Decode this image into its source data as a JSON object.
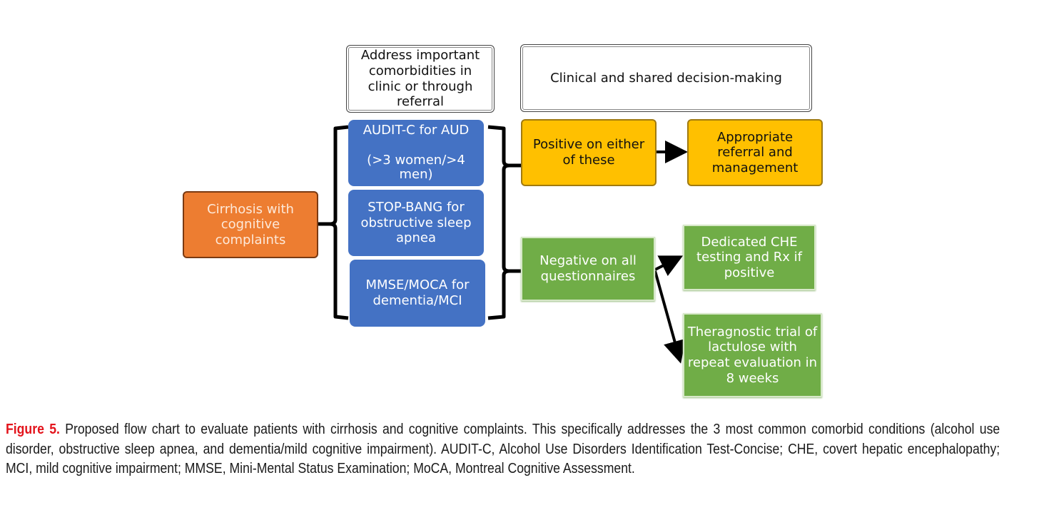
{
  "figure": {
    "nodes": {
      "start": "Cirrhosis with\ncognitive\ncomplaints",
      "header_left": "Address important\ncomorbidities in\nclinic or through\nreferral",
      "header_right": "Clinical and shared decision-making",
      "screen_aud": "AUDIT-C for AUD\n\n(>3 women/>4\nmen)",
      "screen_osa": "STOP-BANG for\nobstructive sleep\napnea",
      "screen_dementia": "MMSE/MOCA for\ndementia/MCI",
      "positive": "Positive on either\nof these",
      "referral": "Appropriate\nreferral and\nmanagement",
      "negative": "Negative on all\nquestionnaires",
      "che_testing": "Dedicated CHE\ntesting and Rx if\npositive",
      "lactulose_trial": "Theragnostic trial of\nlactulose with\nrepeat evaluation in\n8 weeks"
    },
    "edges": [
      {
        "from": "start",
        "to": "screening-group",
        "style": "brace"
      },
      {
        "from": "screening-group",
        "to": "positive",
        "style": "brace"
      },
      {
        "from": "screening-group",
        "to": "negative",
        "style": "brace"
      },
      {
        "from": "positive",
        "to": "referral",
        "style": "arrow"
      },
      {
        "from": "negative",
        "to": "che_testing",
        "style": "arrow"
      },
      {
        "from": "negative",
        "to": "lactulose_trial",
        "style": "arrow"
      }
    ],
    "colors": {
      "start": "#ED7D31",
      "screening": "#4472C4",
      "positive": "#FFC000",
      "negative": "#70AD47"
    }
  },
  "caption": {
    "label": "Figure 5.",
    "text": " Proposed flow chart to evaluate patients with cirrhosis and cognitive complaints. This specifically addresses the 3 most common comorbid conditions (alcohol use disorder, obstructive sleep apnea, and dementia/mild cognitive impairment). AUDIT-C, Alcohol Use Disorders Identification Test-Concise; CHE, covert hepatic encephalopathy; MCI, mild cognitive impairment; MMSE, Mini-Mental Status Examination; MoCA, Montreal Cognitive Assessment."
  }
}
